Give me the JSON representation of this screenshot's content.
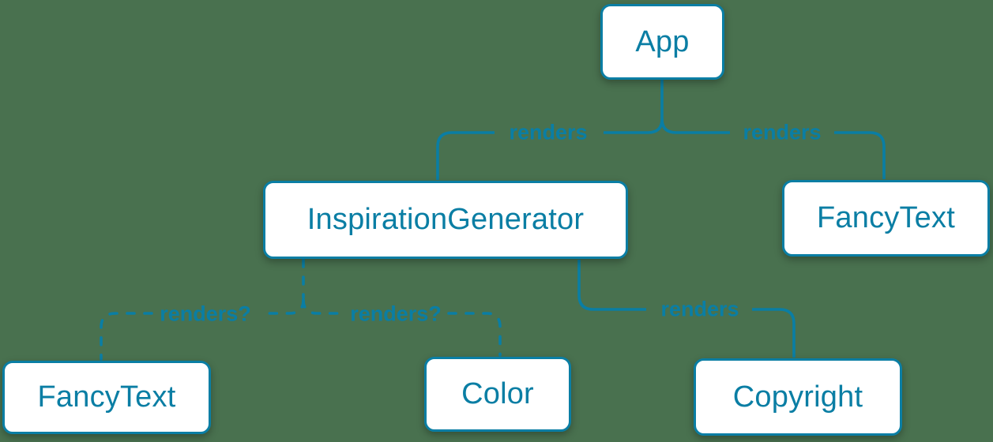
{
  "theme": {
    "background_color": "#49714f",
    "accent_color": "#0a7ea4",
    "node_fill_color": "#ffffff"
  },
  "diagram": {
    "type": "component-render-tree",
    "nodes": [
      {
        "id": "app",
        "label": "App"
      },
      {
        "id": "inspiration-generator",
        "label": "InspirationGenerator"
      },
      {
        "id": "fancy-text-top",
        "label": "FancyText"
      },
      {
        "id": "fancy-text-bottom",
        "label": "FancyText"
      },
      {
        "id": "color",
        "label": "Color"
      },
      {
        "id": "copyright",
        "label": "Copyright"
      }
    ],
    "edges": [
      {
        "from": "App",
        "to": "InspirationGenerator",
        "label": "renders",
        "style": "solid"
      },
      {
        "from": "App",
        "to": "FancyText",
        "label": "renders",
        "style": "solid"
      },
      {
        "from": "InspirationGenerator",
        "to": "FancyText",
        "label": "renders?",
        "style": "dashed"
      },
      {
        "from": "InspirationGenerator",
        "to": "Color",
        "label": "renders?",
        "style": "dashed"
      },
      {
        "from": "InspirationGenerator",
        "to": "Copyright",
        "label": "renders",
        "style": "solid"
      }
    ]
  }
}
